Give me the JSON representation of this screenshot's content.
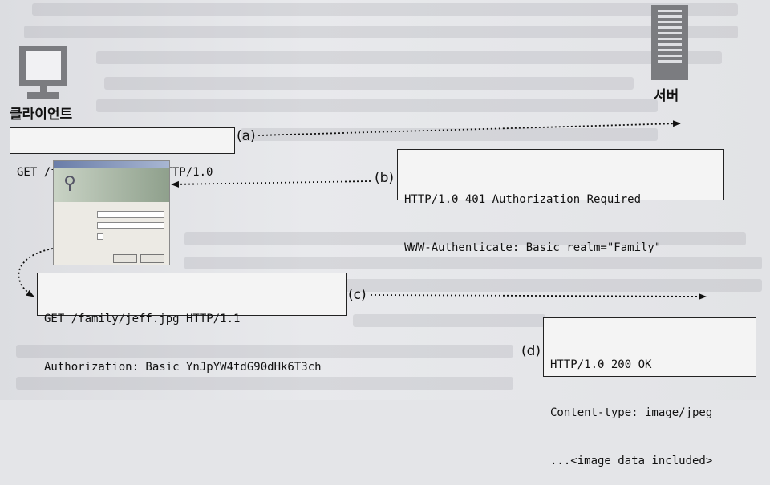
{
  "client_label": "클라이언트",
  "server_label": "서버",
  "messages": {
    "a": {
      "tag": "(a)",
      "lines": [
        "GET /family/jeff.jpg HTTP/1.0"
      ]
    },
    "b": {
      "tag": "(b)",
      "lines": [
        "HTTP/1.0 401 Authorization Required",
        "WWW-Authenticate: Basic realm=\"Family\""
      ]
    },
    "c": {
      "tag": "(c)",
      "lines": [
        "GET /family/jeff.jpg HTTP/1.1",
        "Authorization: Basic YnJpYW4tdG90dHk6T3ch"
      ]
    },
    "d": {
      "tag": "(d)",
      "lines": [
        "HTTP/1.0 200 OK",
        "Content-type: image/jpeg",
        "...<image data included>"
      ]
    }
  },
  "icons": [
    "monitor-icon",
    "server-icon"
  ]
}
